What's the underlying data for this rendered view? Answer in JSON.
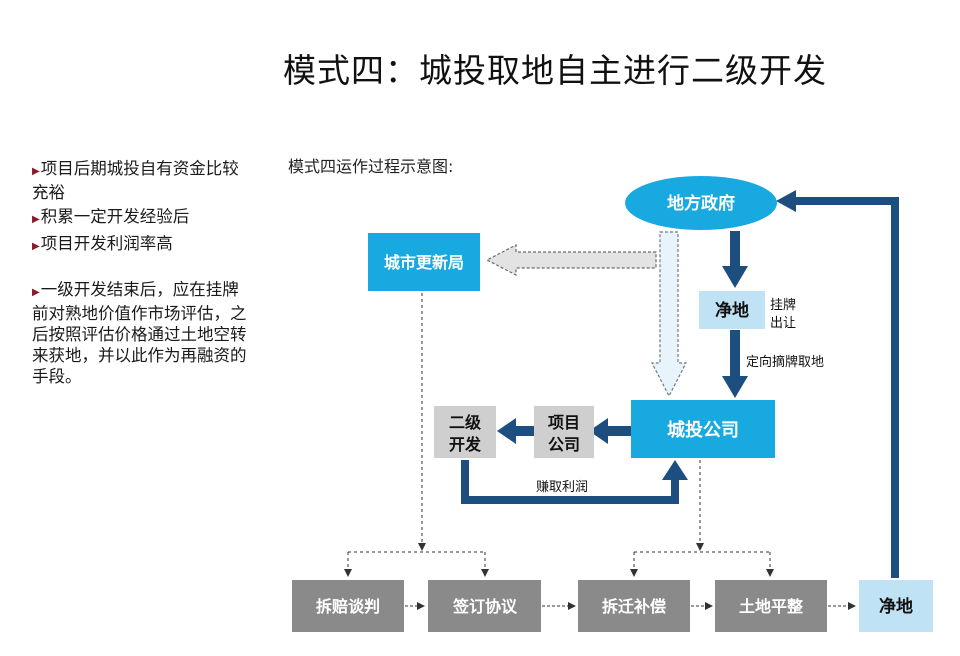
{
  "title": "模式四：城投取地自主进行二级开发",
  "bullets": [
    {
      "text": "项目后期城投自有资金比较充裕"
    },
    {
      "text": "积累一定开发经验后"
    },
    {
      "text": "项目开发利润率高"
    },
    {
      "text": "一级开发结束后，应在挂牌前对熟地价值作市场评估，之后按照评估价格通过土地空转来获地，并以此作为再融资的手段。"
    }
  ],
  "diagram": {
    "subtitle": "模式四运作过程示意图:",
    "nodes": {
      "local_gov": "地方政府",
      "urban_renewal": "城市更新局",
      "clean_land_top": "净地",
      "chengtou": "城投公司",
      "project_company_l1": "项目",
      "project_company_l2": "公司",
      "secondary_dev_l1": "二级",
      "secondary_dev_l2": "开发",
      "demolition_negotiation": "拆赔谈判",
      "sign_agreement": "签订协议",
      "relocation_compensation": "拆迁补偿",
      "land_leveling": "土地平整",
      "clean_land_bottom": "净地"
    },
    "labels": {
      "listing_l1": "挂牌",
      "listing_l2": "出让",
      "delist": "定向摘牌取地",
      "profit": "赚取利润"
    },
    "colors": {
      "cyan": "#19a9e1",
      "light_blue": "#bfe3f5",
      "navy": "#1c4f80",
      "gray_box": "#8a8a8a",
      "light_gray": "#cfcfcf"
    }
  }
}
